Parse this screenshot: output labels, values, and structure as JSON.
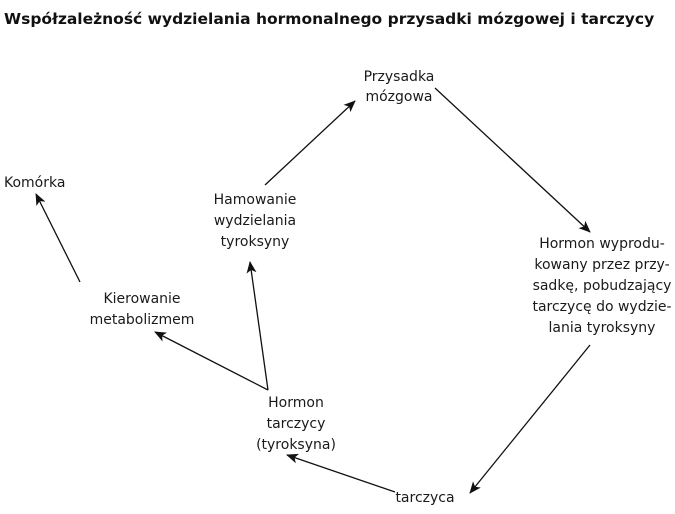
{
  "title": "Współzależność wydzielania hormonalnego przysadki mózgowej i tarczycy",
  "nodes": {
    "przysadka": [
      "Przysadka",
      "mózgowa"
    ],
    "hormon_przysadki": [
      "Hormon wyprodu-",
      "kowany przez przy-",
      "sadkę, pobudzający",
      "tarczycę do wydzie-",
      "lania tyroksyny"
    ],
    "tarczyca": [
      "tarczyca"
    ],
    "hormon_tarczycy": [
      "Hormon",
      "tarczycy",
      "(tyroksyna)"
    ],
    "hamowanie": [
      "Hamowanie",
      "wydzielania",
      "tyroksyny"
    ],
    "kierowanie": [
      "Kierowanie",
      "metabolizmem"
    ],
    "komorka": [
      "Komórka"
    ]
  }
}
